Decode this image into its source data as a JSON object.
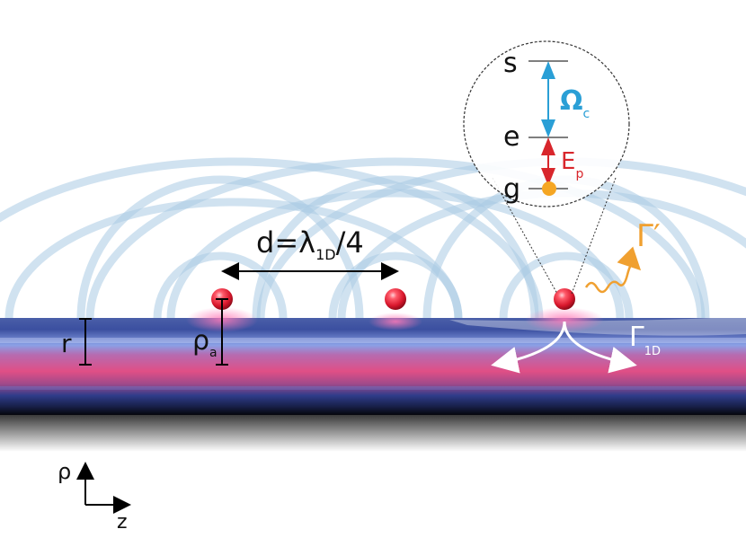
{
  "labels": {
    "spacing_main": "d=λ",
    "spacing_sub": "1D",
    "spacing_tail": "/4",
    "radius": "r",
    "rho_main": "ρ",
    "rho_sub": "a",
    "level_s": "s",
    "level_e": "e",
    "level_g": "g",
    "coupling_main": "Ω",
    "coupling_sub": "c",
    "probe_main": "E",
    "probe_sub": "p",
    "gamma_prime": "Γ′",
    "gamma_main": "Γ",
    "gamma_sub": "1D",
    "axis_rho": "ρ",
    "axis_z": "z"
  },
  "colors": {
    "coupling": "#2a9fd6",
    "probe": "#d8262c",
    "emission": "#f0a030",
    "atom": "#e8293a",
    "ground_dot": "#f5a623"
  }
}
